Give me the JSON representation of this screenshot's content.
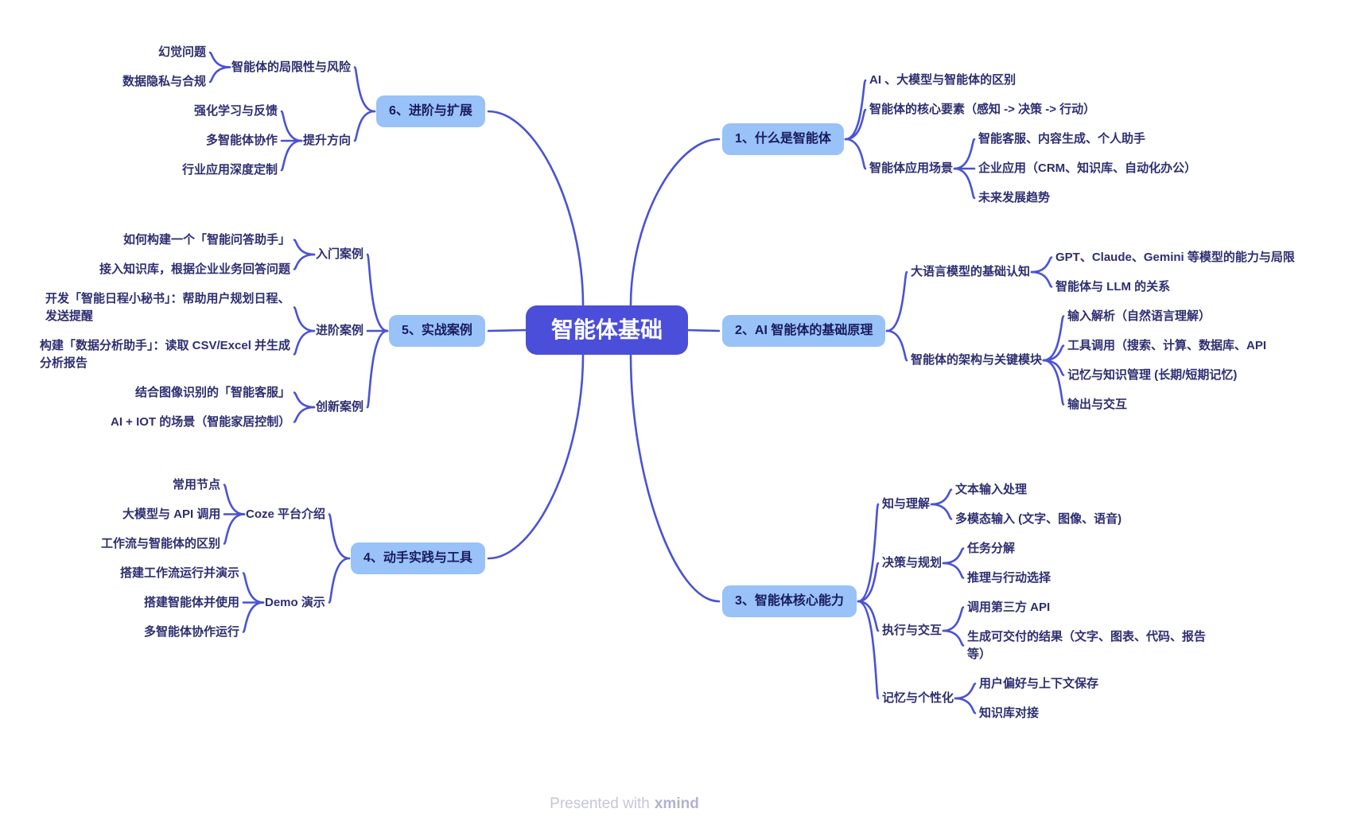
{
  "title": "智能体基础",
  "footer": {
    "text": "Presented with",
    "brand": "xmind"
  },
  "colors": {
    "canvas-bg": "#ffffff",
    "central-bg": "#4b4ed8",
    "central-text": "#ffffff",
    "branch-bg": "#98c2f8",
    "branch-text": "#1a1a5e",
    "leaf-text": "#2e2e72",
    "line": "#4a52d4",
    "footer-text": "#c6c6da",
    "footer-brand": "#b2b2cc"
  },
  "branches": [
    {
      "label": "1、什么是智能体",
      "children": [
        {
          "label": "AI 、大模型与智能体的区别"
        },
        {
          "label": "智能体的核心要素（感知 -> 决策 -> 行动）"
        },
        {
          "label": "智能体应用场景",
          "children": [
            {
              "label": "智能客服、内容生成、个人助手"
            },
            {
              "label": "企业应用（CRM、知识库、自动化办公）"
            },
            {
              "label": "未来发展趋势"
            }
          ]
        }
      ]
    },
    {
      "label": "2、AI 智能体的基础原理",
      "children": [
        {
          "label": "大语言模型的基础认知",
          "children": [
            {
              "label": "GPT、Claude、Gemini 等模型的能力与局限"
            },
            {
              "label": "智能体与 LLM 的关系"
            }
          ]
        },
        {
          "label": "智能体的架构与关键模块",
          "children": [
            {
              "label": "输入解析（自然语言理解）"
            },
            {
              "label": "工具调用（搜索、计算、数据库、API"
            },
            {
              "label": "记忆与知识管理 (长期/短期记忆)"
            },
            {
              "label": "输出与交互"
            }
          ]
        }
      ]
    },
    {
      "label": "3、智能体核心能力",
      "children": [
        {
          "label": "知与理解",
          "children": [
            {
              "label": "文本输入处理"
            },
            {
              "label": "多模态输入 (文字、图像、语音)"
            }
          ]
        },
        {
          "label": "决策与规划",
          "children": [
            {
              "label": "任务分解"
            },
            {
              "label": "推理与行动选择"
            }
          ]
        },
        {
          "label": "执行与交互",
          "children": [
            {
              "label": "调用第三方 API"
            },
            {
              "label": "生成可交付的结果（文字、图表、代码、报告\n等）"
            }
          ]
        },
        {
          "label": "记忆与个性化",
          "children": [
            {
              "label": "用户偏好与上下文保存"
            },
            {
              "label": "知识库对接"
            }
          ]
        }
      ]
    },
    {
      "label": "4、动手实践与工具",
      "children": [
        {
          "label": "Coze 平台介绍",
          "children": [
            {
              "label": "常用节点"
            },
            {
              "label": "大模型与 API 调用"
            },
            {
              "label": "工作流与智能体的区别"
            }
          ]
        },
        {
          "label": "Demo 演示",
          "children": [
            {
              "label": "搭建工作流运行并演示"
            },
            {
              "label": "搭建智能体并使用"
            },
            {
              "label": "多智能体协作运行"
            }
          ]
        }
      ]
    },
    {
      "label": "5、实战案例",
      "children": [
        {
          "label": "入门案例",
          "children": [
            {
              "label": "如何构建一个「智能问答助手」"
            },
            {
              "label": "接入知识库，根据企业业务回答问题"
            }
          ]
        },
        {
          "label": "进阶案例",
          "children": [
            {
              "label": "开发「智能日程小秘书」：帮助用户规划日程、\n发送提醒"
            },
            {
              "label": "构建「数据分析助手」：读取 CSV/Excel 并生成\n分析报告"
            }
          ]
        },
        {
          "label": "创新案例",
          "children": [
            {
              "label": "结合图像识别的「智能客服」"
            },
            {
              "label": "AI + IOT 的场景（智能家居控制）"
            }
          ]
        }
      ]
    },
    {
      "label": "6、进阶与扩展",
      "children": [
        {
          "label": "智能体的局限性与风险",
          "children": [
            {
              "label": "幻觉问题"
            },
            {
              "label": "数据隐私与合规"
            }
          ]
        },
        {
          "label": "提升方向",
          "children": [
            {
              "label": "强化学习与反馈"
            },
            {
              "label": "多智能体协作"
            },
            {
              "label": "行业应用深度定制"
            }
          ]
        }
      ]
    }
  ]
}
